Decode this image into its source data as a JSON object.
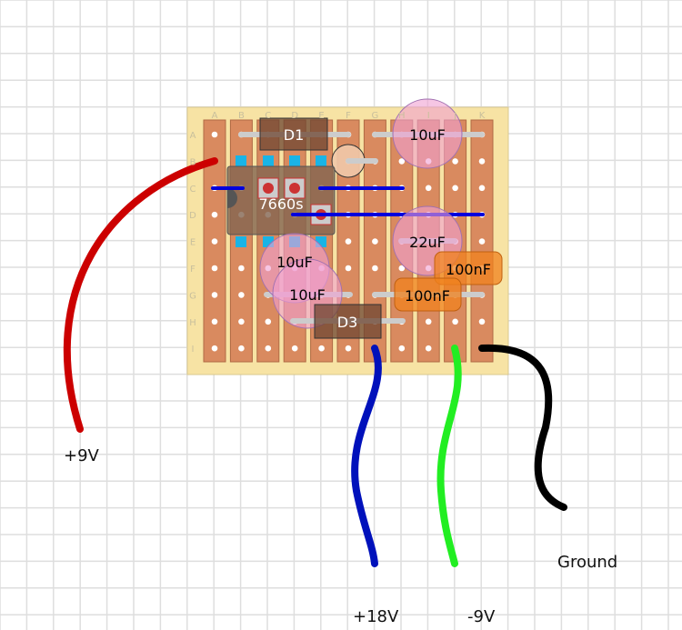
{
  "board": {
    "columns": [
      "A",
      "B",
      "C",
      "D",
      "E",
      "F",
      "G",
      "H",
      "I",
      "J",
      "K"
    ],
    "rows": [
      "A",
      "B",
      "C",
      "D",
      "E",
      "F",
      "G",
      "H",
      "I"
    ]
  },
  "components": {
    "d1": "D1",
    "d3": "D3",
    "ic": "7660s",
    "c_top": "10uF",
    "c_22": "22uF",
    "c_f": "10uF",
    "c_g": "10uF",
    "cap_100_top": "100nF",
    "cap_100_low": "100nF"
  },
  "wires": {
    "plus9": "+9V",
    "plus18": "+18V",
    "minus9": "-9V",
    "ground": "Ground"
  },
  "colors": {
    "strip": "#d98a5f",
    "board": "#f7e3a4",
    "red": "#cc0000",
    "blue": "#0011bb",
    "green": "#22ee22",
    "black": "#000000",
    "jumper": "#0000dd"
  }
}
